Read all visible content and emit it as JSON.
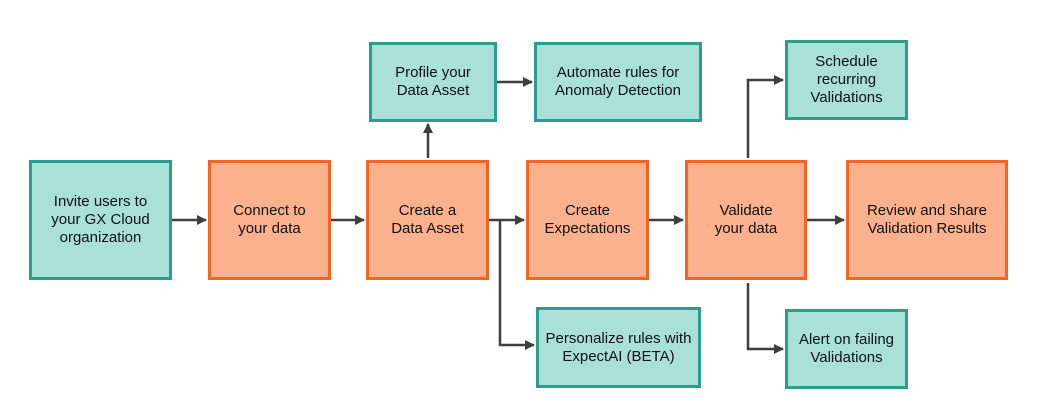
{
  "colors": {
    "teal_fill": "#a9e0d8",
    "teal_border": "#2a9d8f",
    "orange_fill": "#fbb18d",
    "orange_border": "#f26522",
    "arrow": "#3f3f3f"
  },
  "nodes": {
    "invite_users": "Invite users to\nyour GX Cloud\norganization",
    "connect_data": "Connect to\nyour data",
    "create_asset": "Create a\nData Asset",
    "create_expectations": "Create\nExpectations",
    "validate_data": "Validate\nyour data",
    "review_share": "Review and share\nValidation Results",
    "profile_asset": "Profile your\nData Asset",
    "automate_rules": "Automate rules for\nAnomaly Detection",
    "personalize_rules": "Personalize rules with\nExpectAI (BETA)",
    "schedule_validations": "Schedule\nrecurring\nValidations",
    "alert_failing": "Alert on failing\nValidations"
  }
}
